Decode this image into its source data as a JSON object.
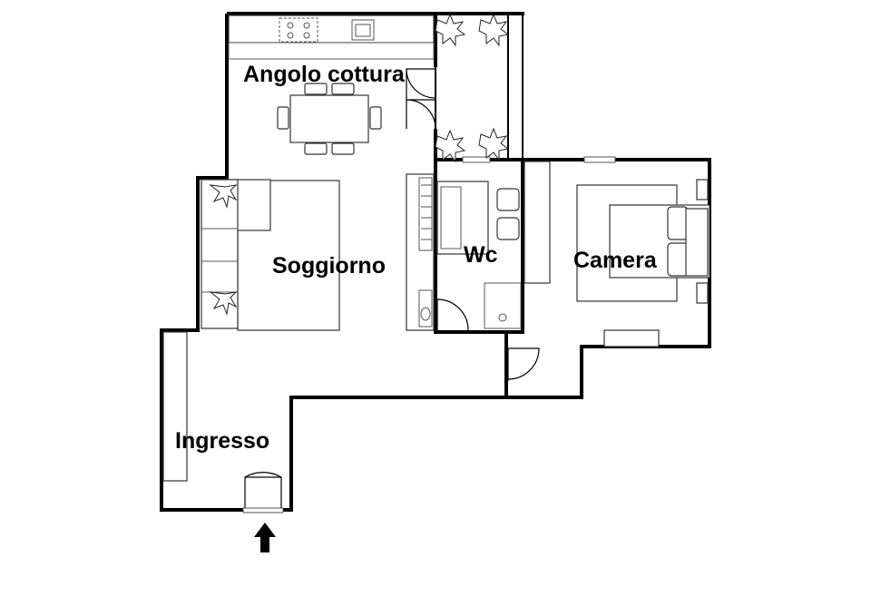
{
  "rooms": {
    "kitchen": "Angolo cottura",
    "living": "Soggiorno",
    "wc": "Wc",
    "bedroom": "Camera",
    "entrance": "Ingresso"
  },
  "icons": {
    "entry": "entry-arrow-icon"
  },
  "colors": {
    "wall": "#000000",
    "background": "#ffffff"
  }
}
